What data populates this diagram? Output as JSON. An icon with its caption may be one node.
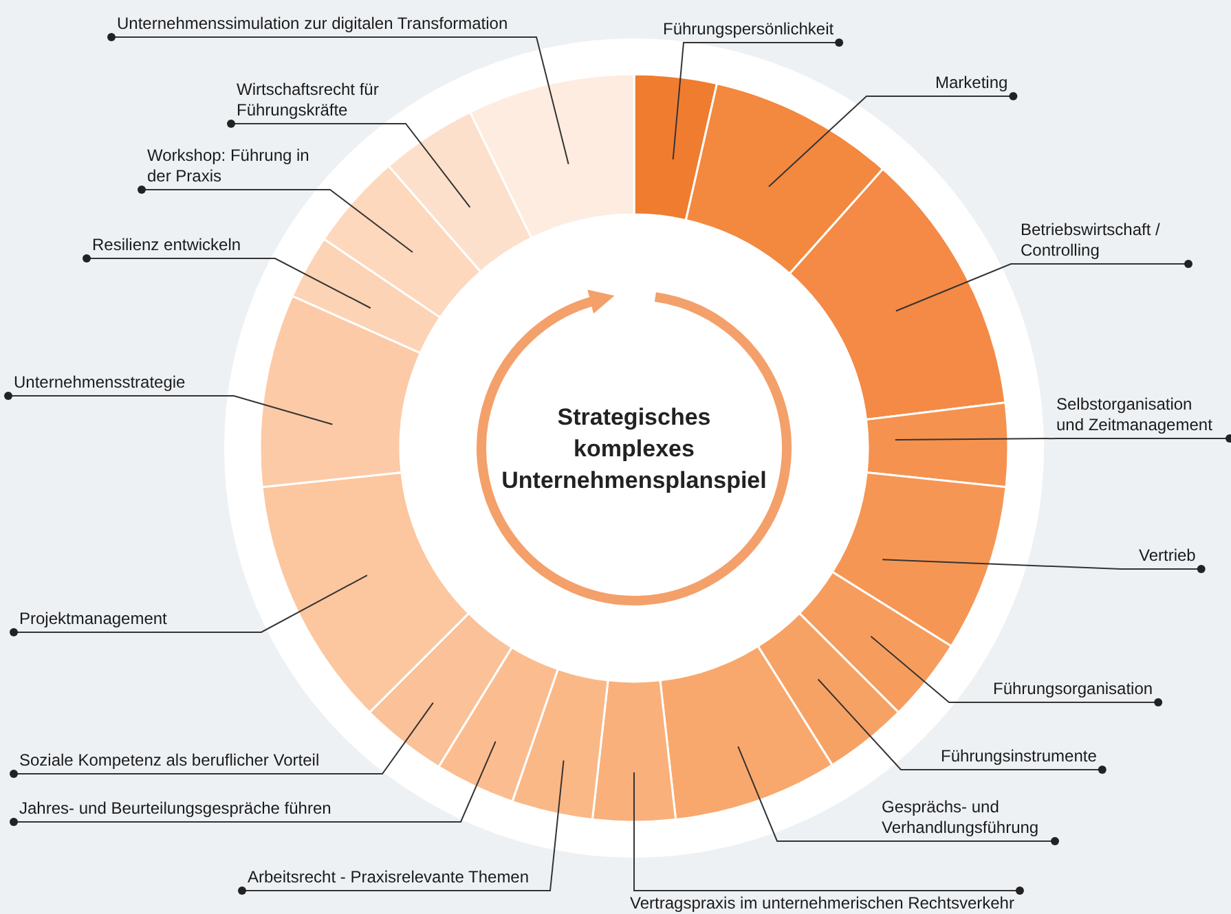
{
  "diagram": {
    "title": "Strategisches komplexes Unternehmensplanspiel",
    "nodes": [
      {
        "text": [
          "Führungspersönlichkeit"
        ]
      },
      {
        "text": [
          "Marketing"
        ]
      },
      {
        "text": [
          "Betriebswirtschaft / Controlling"
        ]
      },
      {
        "text": [
          "Selbstorganisation und Zeitmanagement"
        ]
      },
      {
        "text": [
          "Vertrieb"
        ]
      },
      {
        "text": [
          "Führungsorganisation"
        ]
      },
      {
        "text": [
          "Führungsinstrumente"
        ]
      },
      {
        "text": [
          "Gesprächs- und Verhandlungsführung"
        ]
      },
      {
        "text": [
          "Vertragspraxis im unternehmerischen Rechtsverkehr"
        ]
      },
      {
        "text": [
          "Arbeitsrecht - Praxisrelevante Themen"
        ]
      },
      {
        "text": [
          "Jahres- und Beurteilungsgespräche führen"
        ]
      },
      {
        "text": [
          "Soziale Kompetenz als beruflicher Vorteil"
        ]
      },
      {
        "text": [
          "Projektmanagement"
        ]
      },
      {
        "text": [
          "Unternehmensstrategie"
        ]
      },
      {
        "text": [
          "Resilienz entwickeln"
        ]
      },
      {
        "text": [
          "Workshop: Führung in der Praxis"
        ]
      },
      {
        "text": [
          "Wirtschaftsrecht für Führungskräfte"
        ]
      },
      {
        "text": [
          "Unternehmenssimulation zur digitalen Transformation"
        ]
      },
      {
        "text": [],
        "shape": "segment"
      },
      {
        "text": [],
        "shape": "segment"
      },
      {
        "text": [],
        "shape": "segment"
      },
      {
        "text": [],
        "shape": "segment"
      },
      {
        "text": [],
        "shape": "segment"
      },
      {
        "text": [],
        "shape": "segment"
      },
      {
        "text": [],
        "shape": "segment"
      },
      {
        "text": [],
        "shape": "segment"
      },
      {
        "text": [],
        "shape": "segment"
      },
      {
        "text": [],
        "shape": "segment"
      },
      {
        "text": [],
        "shape": "segment"
      },
      {
        "text": [],
        "shape": "segment"
      },
      {
        "text": [],
        "shape": "segment"
      },
      {
        "text": [],
        "shape": "segment"
      },
      {
        "text": [],
        "shape": "segment"
      },
      {
        "text": [],
        "shape": "segment"
      },
      {
        "text": [],
        "shape": "segment"
      },
      {
        "text": [],
        "shape": "segment"
      }
    ],
    "edges": [
      {
        "from": 0,
        "to": 18,
        "arrow": "other"
      },
      {
        "from": 1,
        "to": 19,
        "arrow": "other"
      },
      {
        "from": 2,
        "to": 20,
        "arrow": "other"
      },
      {
        "from": 3,
        "to": 21,
        "arrow": "other"
      },
      {
        "from": 4,
        "to": 22,
        "arrow": "other"
      },
      {
        "from": 5,
        "to": 23,
        "arrow": "other"
      },
      {
        "from": 6,
        "to": 24,
        "arrow": "other"
      },
      {
        "from": 7,
        "to": 25,
        "arrow": "other"
      },
      {
        "from": 8,
        "to": 26,
        "arrow": "other"
      },
      {
        "from": 9,
        "to": 27,
        "arrow": "other"
      },
      {
        "from": 10,
        "to": 28,
        "arrow": "other"
      },
      {
        "from": 11,
        "to": 29,
        "arrow": "other"
      },
      {
        "from": 12,
        "to": 30,
        "arrow": "other"
      },
      {
        "from": 13,
        "to": 31,
        "arrow": "other"
      },
      {
        "from": 14,
        "to": 32,
        "arrow": "other"
      },
      {
        "from": 15,
        "to": 33,
        "arrow": "other"
      },
      {
        "from": 16,
        "to": 34,
        "arrow": "other"
      },
      {
        "from": 17,
        "to": 35,
        "arrow": "other"
      }
    ]
  }
}
